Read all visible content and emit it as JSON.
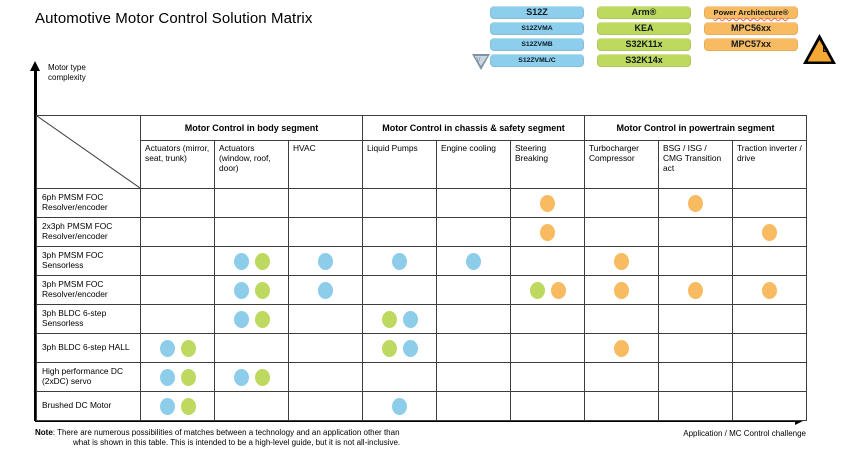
{
  "title": "Automotive Motor Control Solution Matrix",
  "colors": {
    "b": "#8DCDEA",
    "g": "#BED95F",
    "o": "#F9BB61"
  },
  "color_names": {
    "b": "blue",
    "g": "green",
    "o": "orange"
  },
  "legend": {
    "families": [
      {
        "key": "s12z",
        "color": "#8CCEEC",
        "items": [
          {
            "label": "S12Z",
            "size": "lg"
          },
          {
            "label": "S12ZVMA",
            "size": "sm"
          },
          {
            "label": "S12ZVMB",
            "size": "sm"
          },
          {
            "label": "S12ZVML/C",
            "size": "sm"
          }
        ]
      },
      {
        "key": "arm",
        "color": "#BDD95E",
        "items": [
          {
            "label": "Arm®",
            "size": "lg"
          },
          {
            "label": "KEA",
            "size": "lg"
          },
          {
            "label": "S32K11x",
            "size": "lg"
          },
          {
            "label": "S32K14x",
            "size": "lg"
          }
        ]
      },
      {
        "key": "power",
        "color": "#F9BB61",
        "items": [
          {
            "label": "Power Architecture®",
            "size": "md",
            "squiggle": true
          },
          {
            "label": "MPC56xx",
            "size": "lg"
          },
          {
            "label": "MPC57xx",
            "size": "lg"
          }
        ]
      }
    ],
    "warn_letter": "D"
  },
  "axes": {
    "y_label": "Motor type complexity",
    "x_label": "Application / MC Control challenge"
  },
  "matrix": {
    "segments": [
      {
        "label": "Motor Control in body segment",
        "cols": 3
      },
      {
        "label": "Motor Control in chassis & safety segment",
        "cols": 3
      },
      {
        "label": "Motor Control in powertrain segment",
        "cols": 3
      }
    ],
    "columns": [
      "Actuators (mirror, seat, trunk)",
      "Actuators (window, roof, door)",
      "HVAC",
      "Liquid Pumps",
      "Engine cooling",
      "Steering Breaking",
      "Turbocharger Compressor",
      "BSG / ISG / CMG Transition act",
      "Traction inverter / drive"
    ],
    "rows": [
      {
        "label": "6ph PMSM FOC Resolver/encoder",
        "cells": [
          [],
          [],
          [],
          [],
          [],
          [
            "o"
          ],
          [],
          [
            "o"
          ],
          []
        ]
      },
      {
        "label": "2x3ph PMSM FOC Resolver/encoder",
        "cells": [
          [],
          [],
          [],
          [],
          [],
          [
            "o"
          ],
          [],
          [],
          [
            "o"
          ]
        ]
      },
      {
        "label": "3ph PMSM FOC Sensorless",
        "cells": [
          [],
          [
            "b",
            "g"
          ],
          [
            "b"
          ],
          [
            "b"
          ],
          [
            "b+tri"
          ],
          [],
          [
            "o"
          ],
          [],
          []
        ]
      },
      {
        "label": "3ph PMSM FOC Resolver/encoder",
        "cells": [
          [],
          [
            "b",
            "g"
          ],
          [
            "b"
          ],
          [],
          [],
          [
            "g+warnB",
            "o+warnD"
          ],
          [
            "o"
          ],
          [
            "o"
          ],
          [
            "o"
          ]
        ]
      },
      {
        "label": "3ph BLDC 6-step Sensorless",
        "cells": [
          [],
          [
            "b",
            "g"
          ],
          [],
          [
            "g",
            "b"
          ],
          [],
          [],
          [],
          [],
          []
        ]
      },
      {
        "label": "3ph BLDC 6-step HALL",
        "cells": [
          [
            "b",
            "g"
          ],
          [],
          [],
          [
            "g",
            "b"
          ],
          [],
          [],
          [
            "o"
          ],
          [],
          []
        ]
      },
      {
        "label": "High performance DC (2xDC) servo",
        "cells": [
          [
            "b",
            "g"
          ],
          [
            "b",
            "g"
          ],
          [],
          [],
          [],
          [],
          [],
          [],
          []
        ]
      },
      {
        "label": "Brushed DC Motor",
        "cells": [
          [
            "b",
            "g"
          ],
          [],
          [],
          [
            "b"
          ],
          [],
          [],
          [],
          [],
          []
        ]
      }
    ]
  },
  "note": {
    "label": "Note",
    "line1": ": There are numerous possibilities of matches between a technology and an application other than",
    "line2": "what is shown in this table. This is intended to be a high-level guide, but it is not all-inclusive."
  }
}
